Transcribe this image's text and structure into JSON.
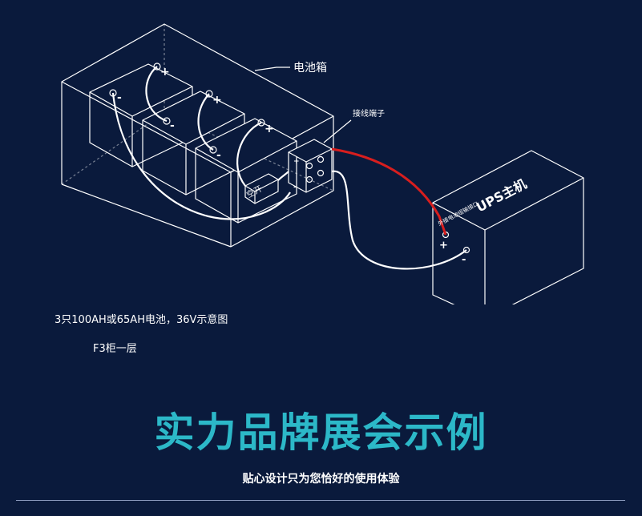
{
  "diagram": {
    "battery_box_label": "电池箱",
    "terminal_block_label": "接线端子",
    "ups_label": "UPS主机",
    "ups_port_label": "外接电池组输接口",
    "breaker_label": "空开",
    "plus": "+",
    "minus": "-",
    "wire_positive_color": "#d81e1e",
    "wire_default_color": "#ffffff",
    "line_color": "#ffffff"
  },
  "caption": {
    "line1": "3只100AH或65AH电池，36V示意图",
    "line2": "F3柜一层"
  },
  "headline": "实力品牌展会示例",
  "subtitle": "贴心设计只为您恰好的使用体验",
  "colors": {
    "background": "#0a1a3c",
    "headline": "#2cb8c8"
  }
}
